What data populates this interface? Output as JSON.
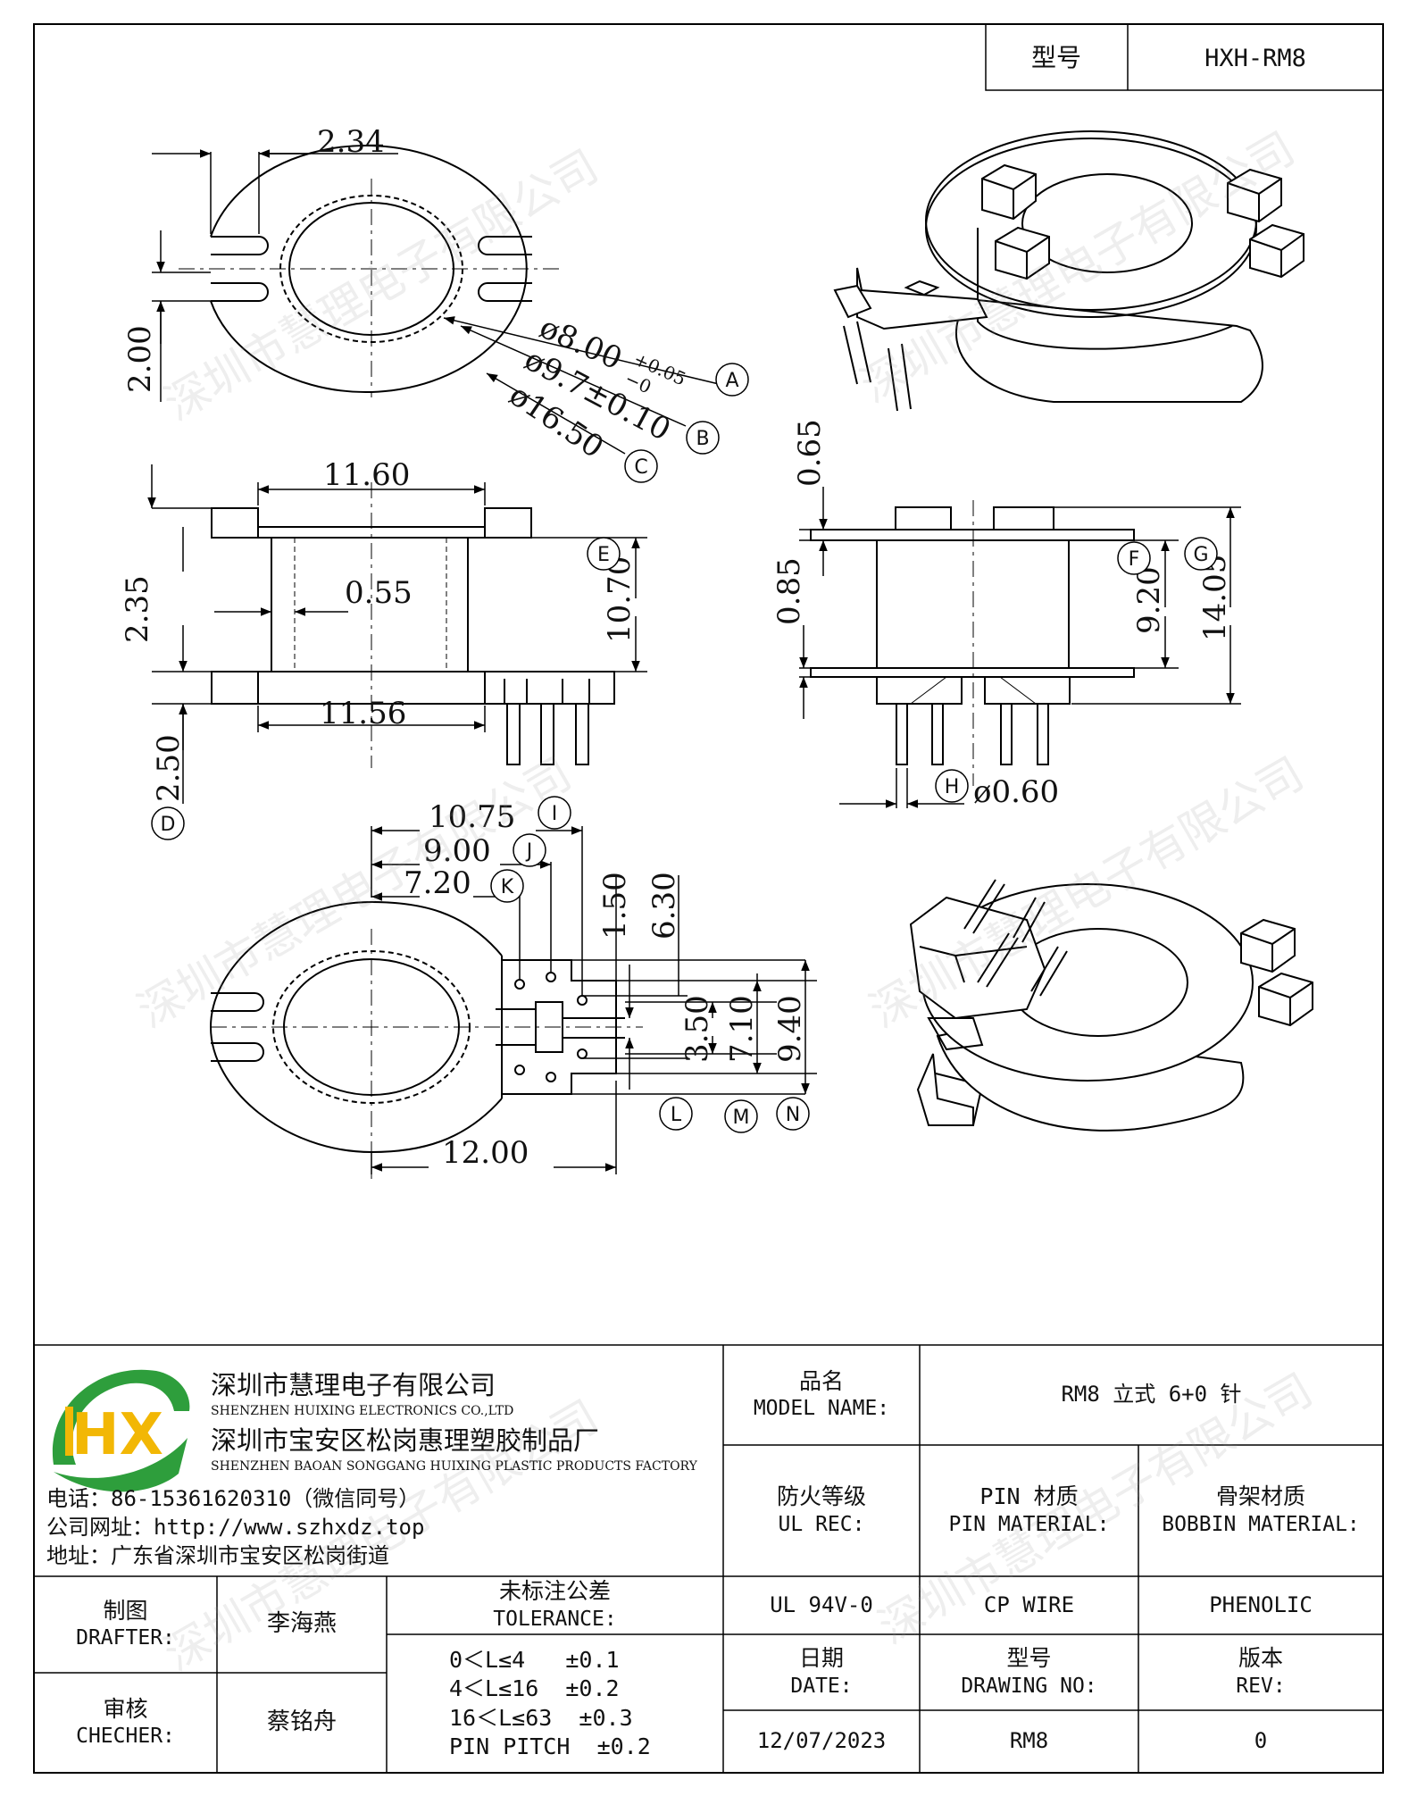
{
  "header": {
    "type_label": "型号",
    "type_value": "HXH-RM8"
  },
  "dimensions": {
    "top_view": {
      "d_234": "2.34",
      "d_200": "2.00",
      "dia_a": "ø8.00",
      "tol_a_plus": "+0.05",
      "tol_a_minus": "−0",
      "dia_b": "ø9.7±0.10",
      "dia_c": "ø16.50"
    },
    "side_left": {
      "d_1160": "11.60",
      "d_055": "0.55",
      "d_235": "2.35",
      "d_1070": "10.70",
      "d_1156": "11.56",
      "d_250": "2.50"
    },
    "side_right": {
      "d_065": "0.65",
      "d_085": "0.85",
      "d_920": "9.20",
      "d_1405": "14.05",
      "d_060": "ø0.60"
    },
    "bottom_view": {
      "d_1075": "10.75",
      "d_900": "9.00",
      "d_720": "7.20",
      "d_150": "1.50",
      "d_630": "6.30",
      "d_350": "3.50",
      "d_710": "7.10",
      "d_940": "9.40",
      "d_1200": "12.00"
    }
  },
  "bubbles": {
    "A": "A",
    "B": "B",
    "C": "C",
    "D": "D",
    "E": "E",
    "F": "F",
    "G": "G",
    "H": "H",
    "I": "I",
    "J": "J",
    "K": "K",
    "L": "L",
    "M": "M",
    "N": "N"
  },
  "watermark": "深圳市慧理电子有限公司",
  "company": {
    "logo_text": "HX",
    "name_cn": "深圳市慧理电子有限公司",
    "name_en": "SHENZHEN HUIXING ELECTRONICS CO.,LTD",
    "factory_cn": "深圳市宝安区松岗惠理塑胶制品厂",
    "factory_en": "SHENZHEN BAOAN SONGGANG HUIXING PLASTIC PRODUCTS FACTORY",
    "phone": "电话：86-15361620310（微信同号）",
    "website": "公司网址：http://www.szhxdz.top",
    "address": "地址：广东省深圳市宝安区松岗街道"
  },
  "title_block": {
    "model_name_label_cn": "品名",
    "model_name_label_en": "MODEL NAME:",
    "model_name_value": "RM8 立式 6+0 针",
    "ul_label_cn": "防火等级",
    "ul_label_en": "UL REC:",
    "pin_label_cn": "PIN 材质",
    "pin_label_en": "PIN MATERIAL:",
    "bobbin_label_cn": "骨架材质",
    "bobbin_label_en": "BOBBIN MATERIAL:",
    "ul_value": "UL 94V-0",
    "pin_value": "CP WIRE",
    "bobbin_value": "PHENOLIC",
    "drafter_label_cn": "制图",
    "drafter_label_en": "DRAFTER:",
    "drafter_value": "李海燕",
    "checker_label_cn": "审核",
    "checker_label_en": "CHECHER:",
    "checker_value": "蔡铭舟",
    "tolerance_label_cn": "未标注公差",
    "tolerance_label_en": "TOLERANCE:",
    "tolerance_lines": [
      "0＜L≤4   ±0.1",
      "4＜L≤16  ±0.2",
      "16＜L≤63  ±0.3",
      "PIN PITCH  ±0.2"
    ],
    "date_label_cn": "日期",
    "date_label_en": "DATE:",
    "drawing_label_cn": "型号",
    "drawing_label_en": "DRAWING NO:",
    "rev_label_cn": "版本",
    "rev_label_en": "REV:",
    "date_value": "12/07/2023",
    "drawing_value": "RM8",
    "rev_value": "0"
  }
}
